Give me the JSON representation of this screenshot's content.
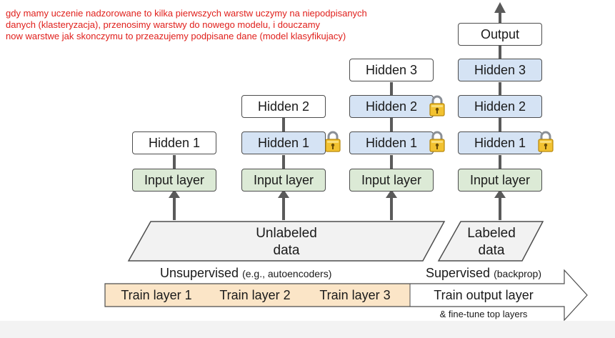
{
  "note": {
    "lines": [
      "gdy mamy uczenie nadzorowane to kilka pierwszych warstw uczymy na niepodpisanych",
      "danych (klasteryzacja), przenosimy warstwy do nowego modelu, i douczamy",
      "now warstwe jak skonczymu to przeazujemy podpisane dane (model klasyfikujacy)"
    ],
    "color": "#e0201c"
  },
  "columns": [
    {
      "input": "Input layer",
      "hidden": [
        {
          "label": "Hidden 1",
          "locked": false
        }
      ]
    },
    {
      "input": "Input layer",
      "hidden": [
        {
          "label": "Hidden 1",
          "locked": true
        },
        {
          "label": "Hidden 2",
          "locked": false
        }
      ]
    },
    {
      "input": "Input layer",
      "hidden": [
        {
          "label": "Hidden 1",
          "locked": true
        },
        {
          "label": "Hidden 2",
          "locked": true
        },
        {
          "label": "Hidden 3",
          "locked": false
        }
      ]
    },
    {
      "input": "Input layer",
      "hidden": [
        {
          "label": "Hidden 1",
          "locked": true
        },
        {
          "label": "Hidden 2",
          "locked": false
        },
        {
          "label": "Hidden 3",
          "locked": false
        }
      ],
      "output": "Output"
    }
  ],
  "data_boxes": {
    "unlabeled": [
      "Unlabeled",
      "data"
    ],
    "labeled": [
      "Labeled",
      "data"
    ]
  },
  "phases": {
    "unsupervised": {
      "main": "Unsupervised",
      "detail": "(e.g., autoencoders)"
    },
    "supervised": {
      "main": "Supervised",
      "detail": "(backprop)"
    }
  },
  "train_arrow": {
    "steps": [
      "Train layer 1",
      "Train layer 2",
      "Train layer 3",
      "Train output layer"
    ],
    "footnote": "& fine-tune top layers"
  },
  "colors": {
    "trained_layer": "#d5e3f4",
    "input_layer": "#dcead6",
    "new_layer": "#ffffff",
    "unsupervised_band": "#fbe5c7",
    "arrow": "#5a5a5a"
  }
}
